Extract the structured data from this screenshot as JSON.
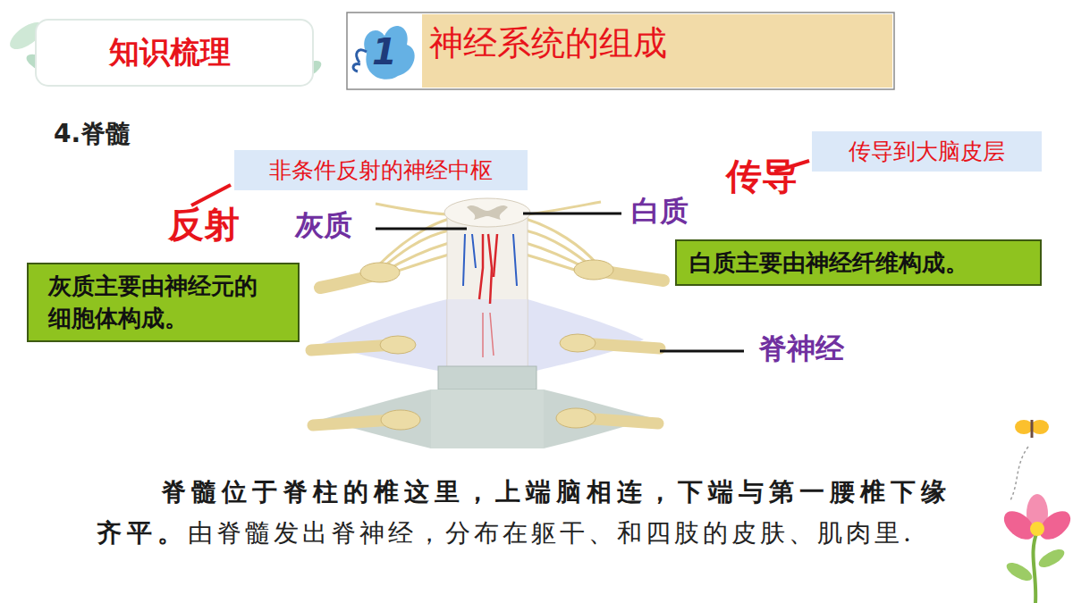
{
  "diagram": {
    "nodes": [
      {
        "text": [
          "知识梳理"
        ]
      },
      {
        "text": [
          "1"
        ]
      },
      {
        "text": [
          "神经系统的组成"
        ]
      },
      {
        "text": [
          "非条件反射的神经中枢"
        ]
      },
      {
        "text": [
          "传导到大脑皮层"
        ]
      },
      {
        "text": [
          "灰质主要由神经元的细胞体构成。"
        ]
      },
      {
        "text": [
          "白质主要由神经纤维构成。"
        ]
      }
    ],
    "labels": [
      "4.脊髓",
      "反射",
      "灰质",
      "白质",
      "传导",
      "脊神经",
      "脊髓位于脊柱的椎这里，上端脑相连，下端与第一腰椎下缘齐平。",
      "由脊髓发出脊神经，分布在躯干、和四肢的皮肤、肌肉里."
    ]
  }
}
